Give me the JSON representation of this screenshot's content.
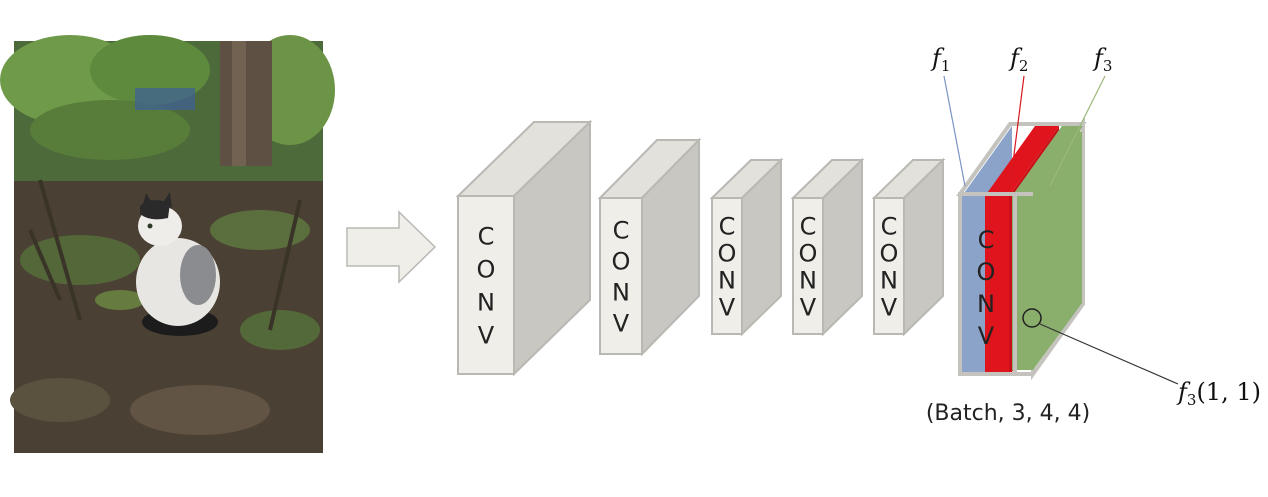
{
  "input_photo": {
    "icon": "cat-in-forest-photo"
  },
  "arrow": {
    "icon": "right-arrow-icon"
  },
  "conv_blocks": [
    {
      "letters": [
        "C",
        "O",
        "N",
        "V"
      ]
    },
    {
      "letters": [
        "C",
        "O",
        "N",
        "V"
      ]
    },
    {
      "letters": [
        "C",
        "O",
        "N",
        "V"
      ]
    },
    {
      "letters": [
        "C",
        "O",
        "N",
        "V"
      ]
    },
    {
      "letters": [
        "C",
        "O",
        "N",
        "V"
      ]
    }
  ],
  "output_block": {
    "letters": [
      "C",
      "O",
      "N",
      "V"
    ],
    "shape_label": "(Batch, 3, 4, 4)",
    "filter_labels": [
      {
        "base": "f",
        "sub": "1"
      },
      {
        "base": "f",
        "sub": "2"
      },
      {
        "base": "f",
        "sub": "3"
      }
    ],
    "cell_label": {
      "base": "f",
      "sub": "3",
      "args": "(1, 1)"
    },
    "colors": {
      "f1": "#8ca3c9",
      "f2": "#e0141c",
      "f3": "#8aae6c"
    }
  },
  "colors": {
    "block_front": "#efeee8",
    "block_side": "#c8c7c2",
    "block_top": "#e2e1dc",
    "block_edge": "#b9b8b3"
  }
}
